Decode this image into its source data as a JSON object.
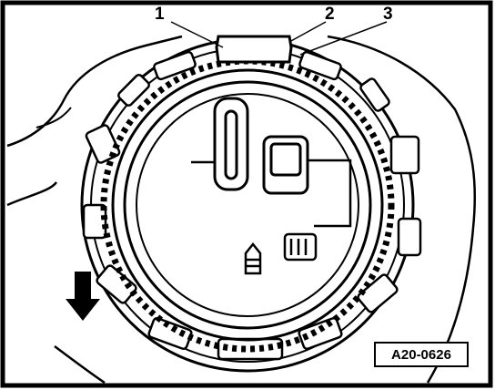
{
  "figure": {
    "callouts": {
      "one": "1",
      "two": "2",
      "three": "3"
    },
    "reference_code": "A20-0626"
  },
  "colors": {
    "ink": "#000000",
    "paper": "#ffffff"
  },
  "icons": {
    "direction_arrow": "down-arrow-icon"
  }
}
